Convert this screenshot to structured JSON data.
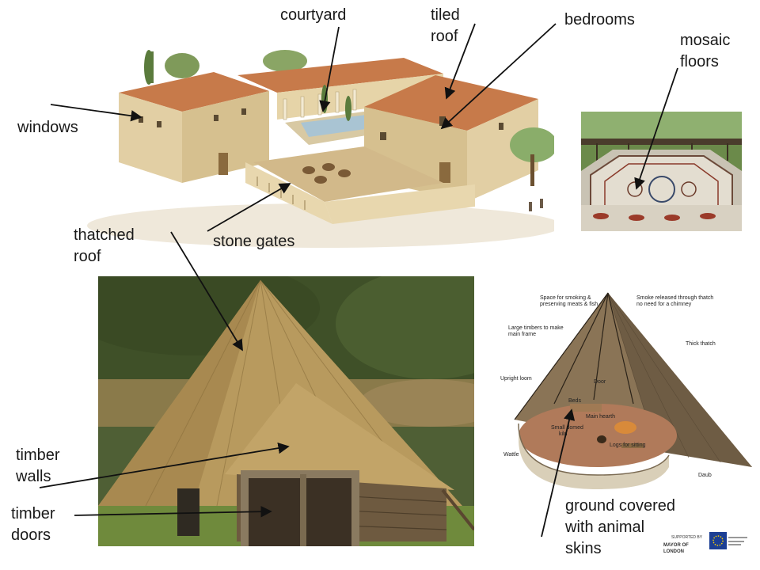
{
  "labels": {
    "courtyard": "courtyard",
    "tiled_roof": "tiled\nroof",
    "bedrooms": "bedrooms",
    "mosaic_floors": "mosaic\nfloors",
    "windows": "windows",
    "thatched_roof": "thatched\nroof",
    "stone_gates": "stone gates",
    "timber_walls": "timber\nwalls",
    "timber_doors": "timber\ndoors",
    "ground_covered": "ground covered\nwith animal\nskins"
  },
  "roundhouse_diagram": {
    "smoking": "Space for smoking &",
    "smoking2": "preserving meats & fish",
    "smoke": "Smoke released through thatch",
    "smoke2": "no need for a chimney",
    "timbers": "Large timbers to make",
    "timbers2": "main frame",
    "thatch": "Thick thatch",
    "loom": "Upright loom",
    "door": "Door",
    "beds": "Beds",
    "hearth": "Main hearth",
    "kiln": "Small domed",
    "kiln2": "kiln",
    "logs": "Logs for sitting",
    "wattle": "Wattle",
    "daub": "Daub"
  },
  "logos": {
    "mayor": "MAYOR OF LONDON",
    "supported": "SUPPORTED BY"
  },
  "colors": {
    "arrow": "#111111",
    "roof_tile": "#c77a4a",
    "villa_wall": "#e2cfa4",
    "thatch": "#b89a5e"
  }
}
